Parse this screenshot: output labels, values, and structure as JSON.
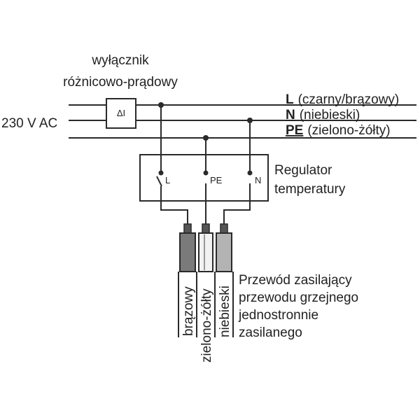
{
  "rcd": {
    "label_line1": "wyłącznik",
    "label_line2": "różnicowo-prądowy",
    "symbol": "ΔI"
  },
  "supply": {
    "label": "230 V AC"
  },
  "lines": [
    {
      "code": "L",
      "desc": "(czarny/brązowy)"
    },
    {
      "code": "N",
      "desc": "(niebieski)"
    },
    {
      "code": "PE",
      "desc": "(zielono-żółty)"
    }
  ],
  "regulator": {
    "label_line1": "Regulator",
    "label_line2": "temperatury",
    "terminals": [
      "L",
      "PE",
      "N"
    ]
  },
  "cable": {
    "wires": [
      "brązowy",
      "zielono-żółty",
      "niebieski"
    ],
    "colors": {
      "brown": "#7a7a7a",
      "green_yellow": "#f2f2f2",
      "blue": "#b3b3b3"
    },
    "description_lines": [
      "Przewód zasilający",
      "przewodu grzejnego",
      "jednostronnie",
      "zasilanego"
    ]
  }
}
